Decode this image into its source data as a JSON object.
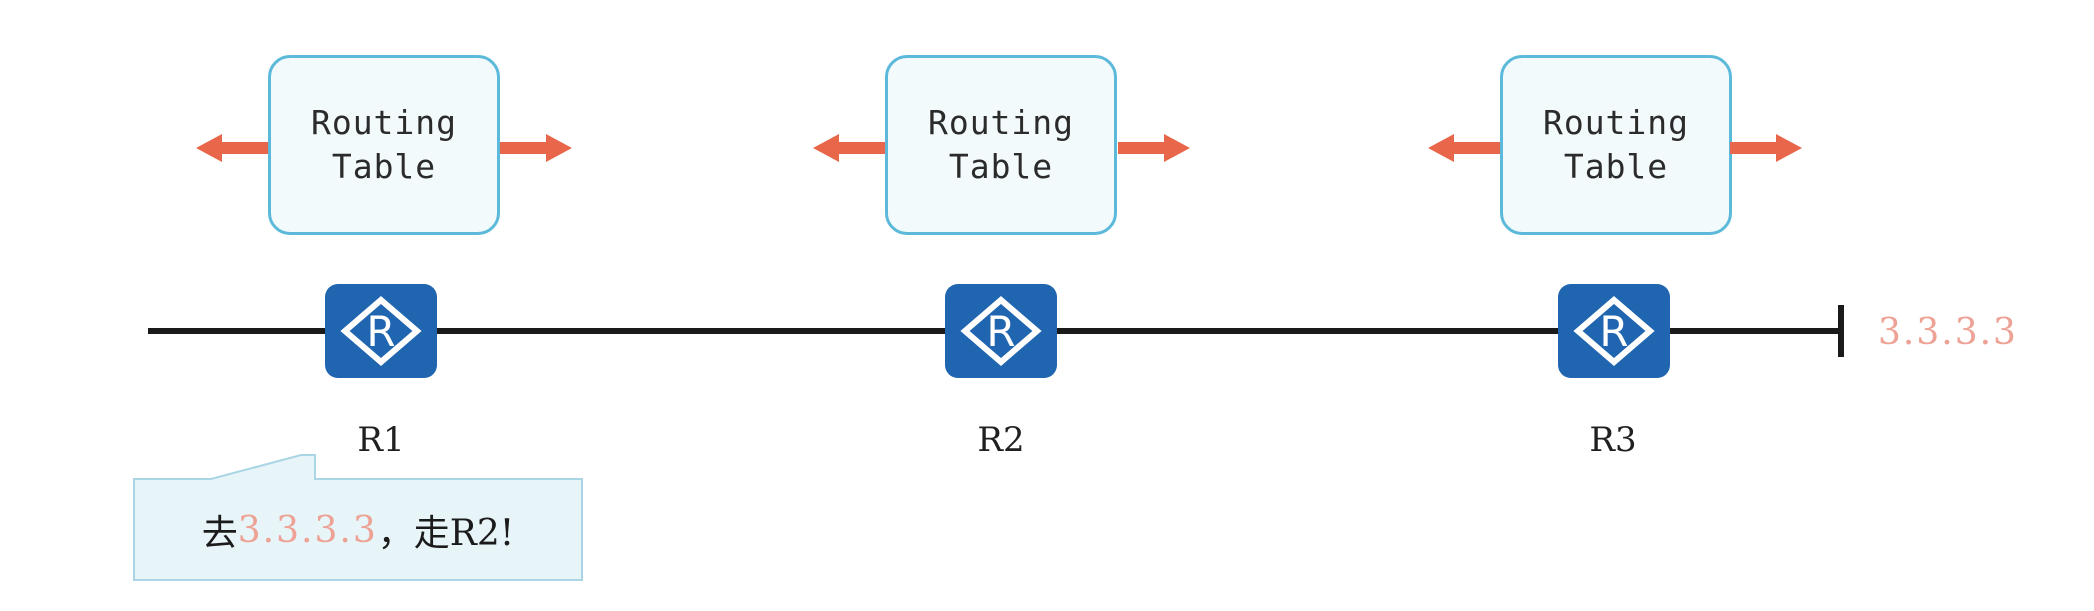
{
  "diagram": {
    "title": "Router hop-by-hop routing table diagram",
    "colors": {
      "router_blue": "#2065af",
      "arrow_coral": "#e8674a",
      "box_border": "#5cb9da",
      "box_fill": "#f2fafc",
      "ip_salmon": "#eda295",
      "line_black": "#1a1a1a",
      "callout_fill": "#e7f4f8",
      "callout_border": "#a9d5e4"
    },
    "routing_tables": [
      {
        "id": "routing-table-r1",
        "line1": "Routing",
        "line2": "Table",
        "arrow_left": "arrow-left-icon",
        "arrow_right": "arrow-right-icon"
      },
      {
        "id": "routing-table-r2",
        "line1": "Routing",
        "line2": "Table",
        "arrow_left": "arrow-left-icon",
        "arrow_right": "arrow-right-icon"
      },
      {
        "id": "routing-table-r3",
        "line1": "Routing",
        "line2": "Table",
        "arrow_left": "arrow-left-icon",
        "arrow_right": "arrow-right-icon"
      }
    ],
    "routers": [
      {
        "id": "router-r1",
        "label": "R1",
        "icon": "router-icon"
      },
      {
        "id": "router-r2",
        "label": "R2",
        "icon": "router-icon"
      },
      {
        "id": "router-r3",
        "label": "R3",
        "icon": "router-icon"
      }
    ],
    "destination": {
      "address": "3.3.3.3",
      "terminator": "line-terminator"
    },
    "callout": {
      "prefix": "去",
      "address": "3.3.3.3",
      "suffix": "，走R2!",
      "full_text": "去3.3.3.3，走R2!"
    }
  }
}
